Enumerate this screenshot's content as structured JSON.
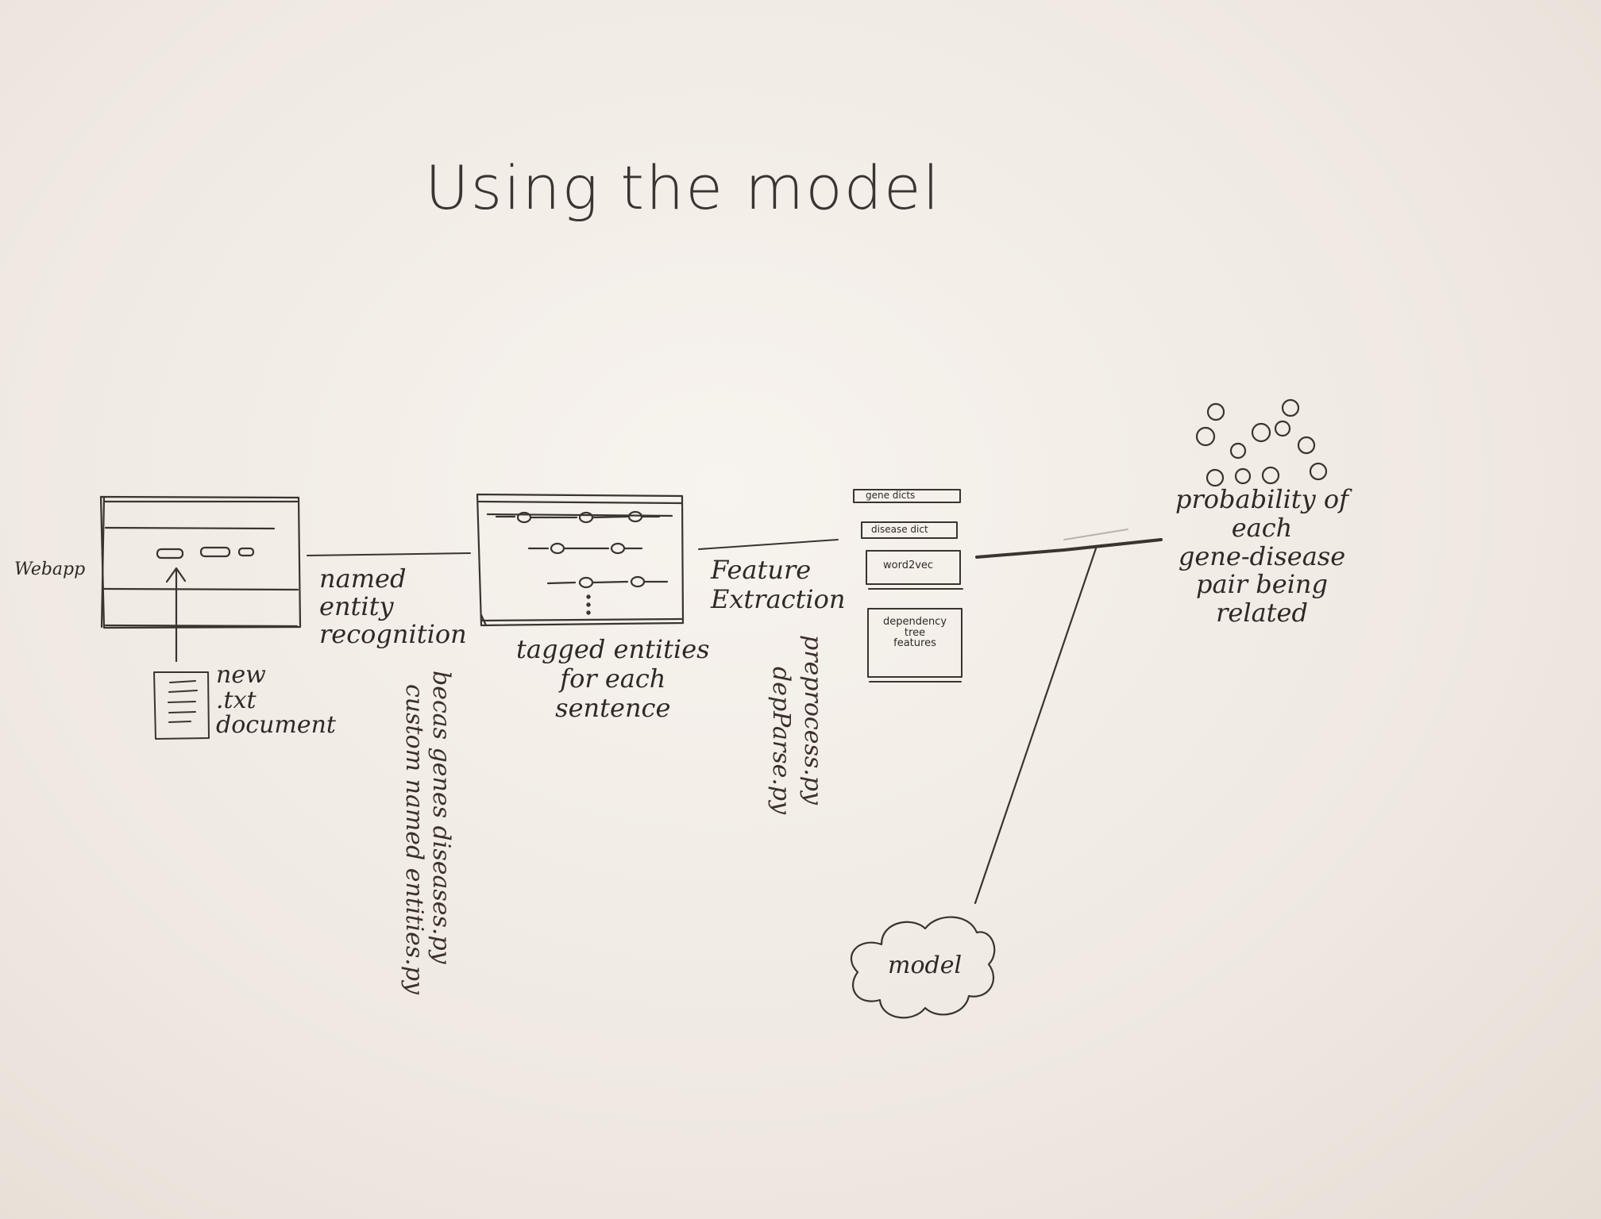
{
  "title": "Using the model",
  "webapp_label": "Webapp",
  "new_doc_label": "new\n.txt\ndocument",
  "step1_label": "named\nentity\nrecognition",
  "step1_scripts": [
    "becas genes diseases.py",
    "custom named entities.py"
  ],
  "tagged_label": "tagged entities\nfor each\nsentence",
  "step2_label": "Feature\nExtraction",
  "step2_scripts": [
    "preprocess.py",
    "depParse.py"
  ],
  "feature_boxes": [
    "gene dicts",
    "disease dict",
    "word2vec",
    "dependency\ntree\nfeatures"
  ],
  "output_label": "probability of\neach\ngene-disease\npair being\nrelated",
  "model_label": "model"
}
